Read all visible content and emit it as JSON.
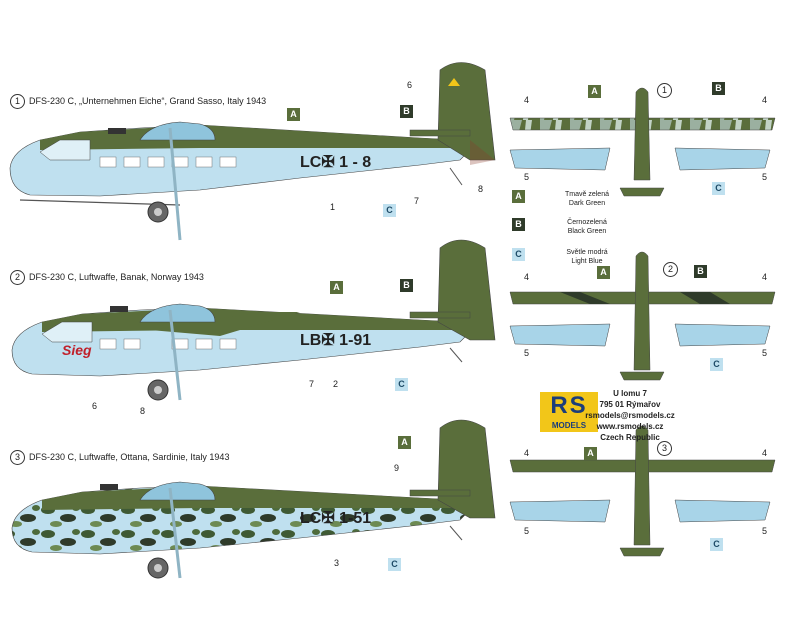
{
  "variants": [
    {
      "num": "1",
      "caption": "DFS-230 C, „Unternehmen Eiche“, Grand Sasso, Italy 1943",
      "code": "LC✠ 1 - 8"
    },
    {
      "num": "2",
      "caption": "DFS-230 C, Luftwaffe, Banak, Norway 1943",
      "code": "LB✠ 1-91",
      "nose_text": "Sieg"
    },
    {
      "num": "3",
      "caption": "DFS-230 C, Luftwaffe, Ottana, Sardinie, Italy 1943",
      "code": "LC✠ 1-51"
    }
  ],
  "callouts": {
    "v1": [
      "6",
      "1",
      "7",
      "8"
    ],
    "v2": [
      "6",
      "8",
      "7",
      "2"
    ],
    "v3": [
      "9",
      "3"
    ],
    "plan": [
      "4",
      "4",
      "5",
      "5"
    ]
  },
  "tags": {
    "A": "A",
    "B": "B",
    "C": "C"
  },
  "legend": [
    {
      "tag": "A",
      "cz": "Tmavě zelená",
      "en": "Dark Green"
    },
    {
      "tag": "B",
      "cz": "Černozelená",
      "en": "Black Green"
    },
    {
      "tag": "C",
      "cz": "Světle modrá",
      "en": "Light Blue"
    }
  ],
  "logo": {
    "rs": "RS",
    "models": "MODELS"
  },
  "address": [
    "U lomu 7",
    "795 01 Rýmařov",
    "rsmodels@rsmodels.cz",
    "www.rsmodels.cz",
    "Czech Republic"
  ],
  "colors": {
    "dark_green": "#5a6e3b",
    "black_green": "#2f3b2a",
    "light_blue": "#bfe0ef"
  }
}
